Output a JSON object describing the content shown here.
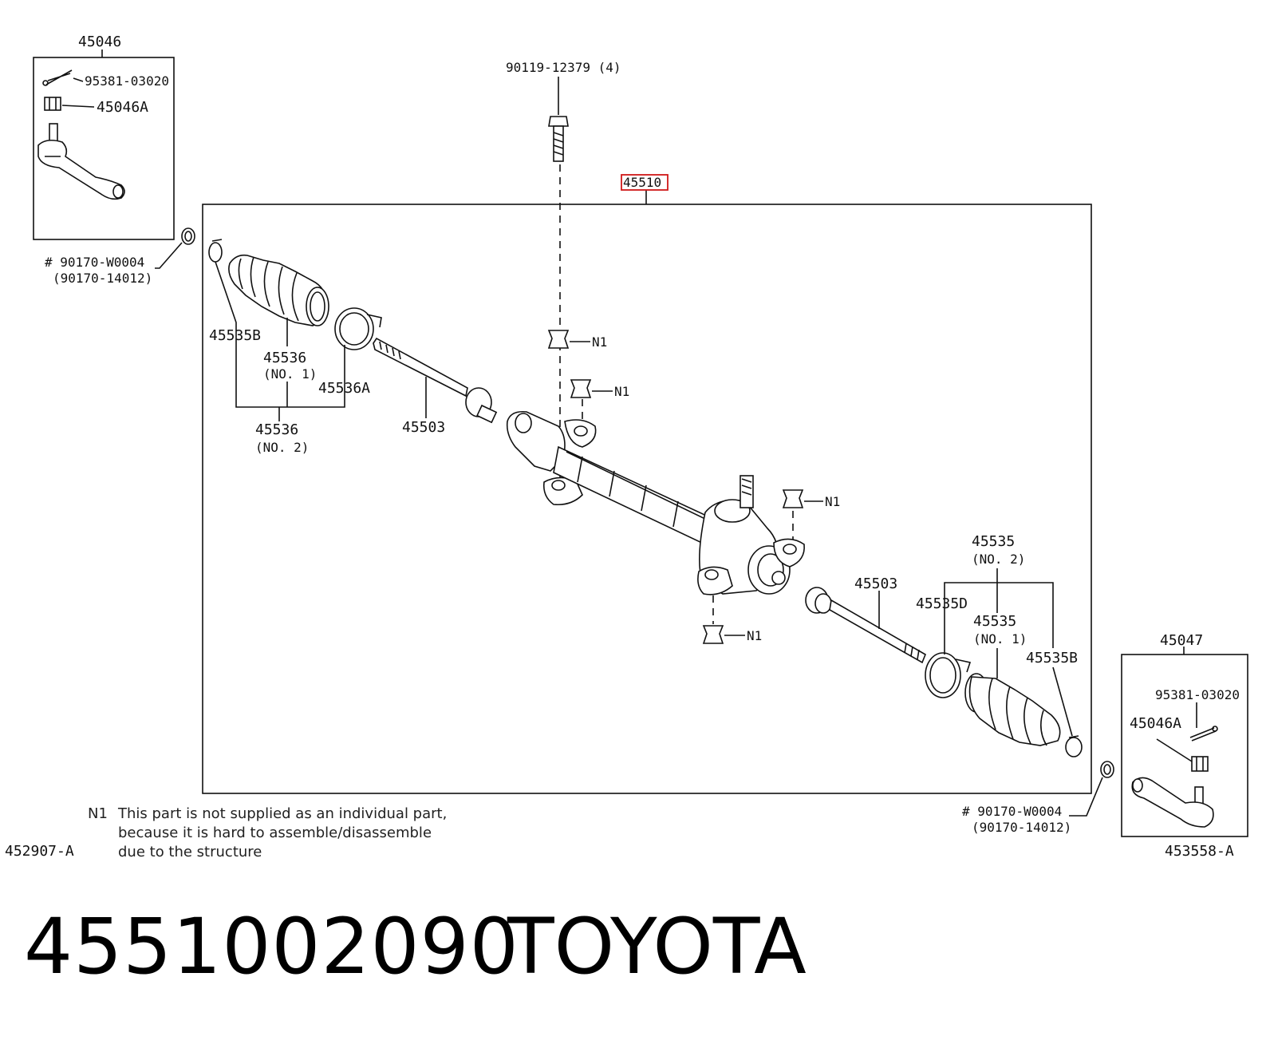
{
  "labels": {
    "tie_end_left_group": "45046",
    "tie_end_right_group": "45047",
    "cotter_pin_left": "95381-03020",
    "cotter_pin_right": "95381-03020",
    "nut_left": "45046A",
    "nut_right": "45046A",
    "bolt": "90119-12379 (4)",
    "rack_assembly": "45510",
    "seal_left_line1": "# 90170-W0004",
    "seal_left_line2": "(90170-14012)",
    "seal_right_line1": "# 90170-W0004",
    "seal_right_line2": "(90170-14012)",
    "clip_left": "45535B",
    "clip_right": "45535B",
    "boot_left_line1": "45536",
    "boot_left_line2": "(NO. 1)",
    "clamp_left": "45536A",
    "boot_set_left_line1": "45536",
    "boot_set_left_line2": "(NO. 2)",
    "tie_rod_left": "45503",
    "tie_rod_right": "45503",
    "clamp_right": "45535D",
    "boot_set_right_line1": "45535",
    "boot_set_right_line2": "(NO. 2)",
    "boot_right_line1": "45535",
    "boot_right_line2": "(NO. 1)",
    "n1_a": "N1",
    "n1_b": "N1",
    "n1_c": "N1",
    "n1_d": "N1",
    "figure_left": "452907-A",
    "figure_right": "453558-A"
  },
  "note": {
    "key": "N1",
    "line1": "This part is not supplied as an individual part,",
    "line2": "because it is hard to assemble/disassemble",
    "line3": "due to the structure"
  },
  "footer": {
    "part_number": "4551002090",
    "brand": "TOYOTA"
  },
  "colors": {
    "highlight": "#d01818",
    "ink": "#111111"
  }
}
